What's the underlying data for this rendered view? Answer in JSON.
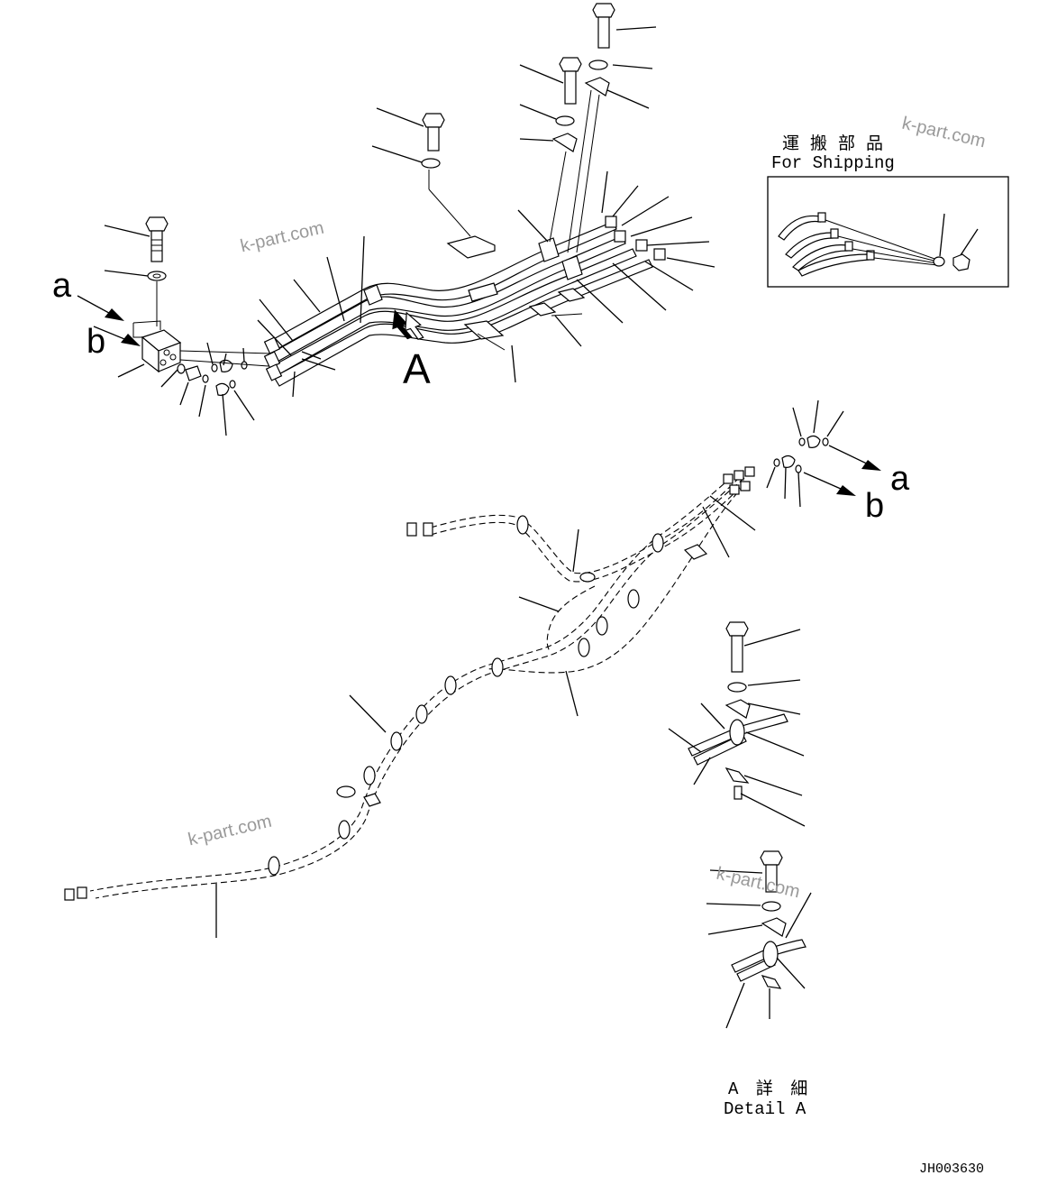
{
  "labels": {
    "arrow_a_top": "a",
    "arrow_b_top": "b",
    "view_A": "A",
    "arrow_a_right": "a",
    "arrow_b_right": "b"
  },
  "shipping": {
    "title_jp": "運搬部品",
    "title_en": "For Shipping"
  },
  "detail": {
    "title_jp": "A 詳 細",
    "title_en": "Detail A"
  },
  "drawing_number": "JH003630",
  "watermarks": [
    "k-part.com",
    "k-part.com",
    "k-part.com",
    "k-part.com"
  ]
}
